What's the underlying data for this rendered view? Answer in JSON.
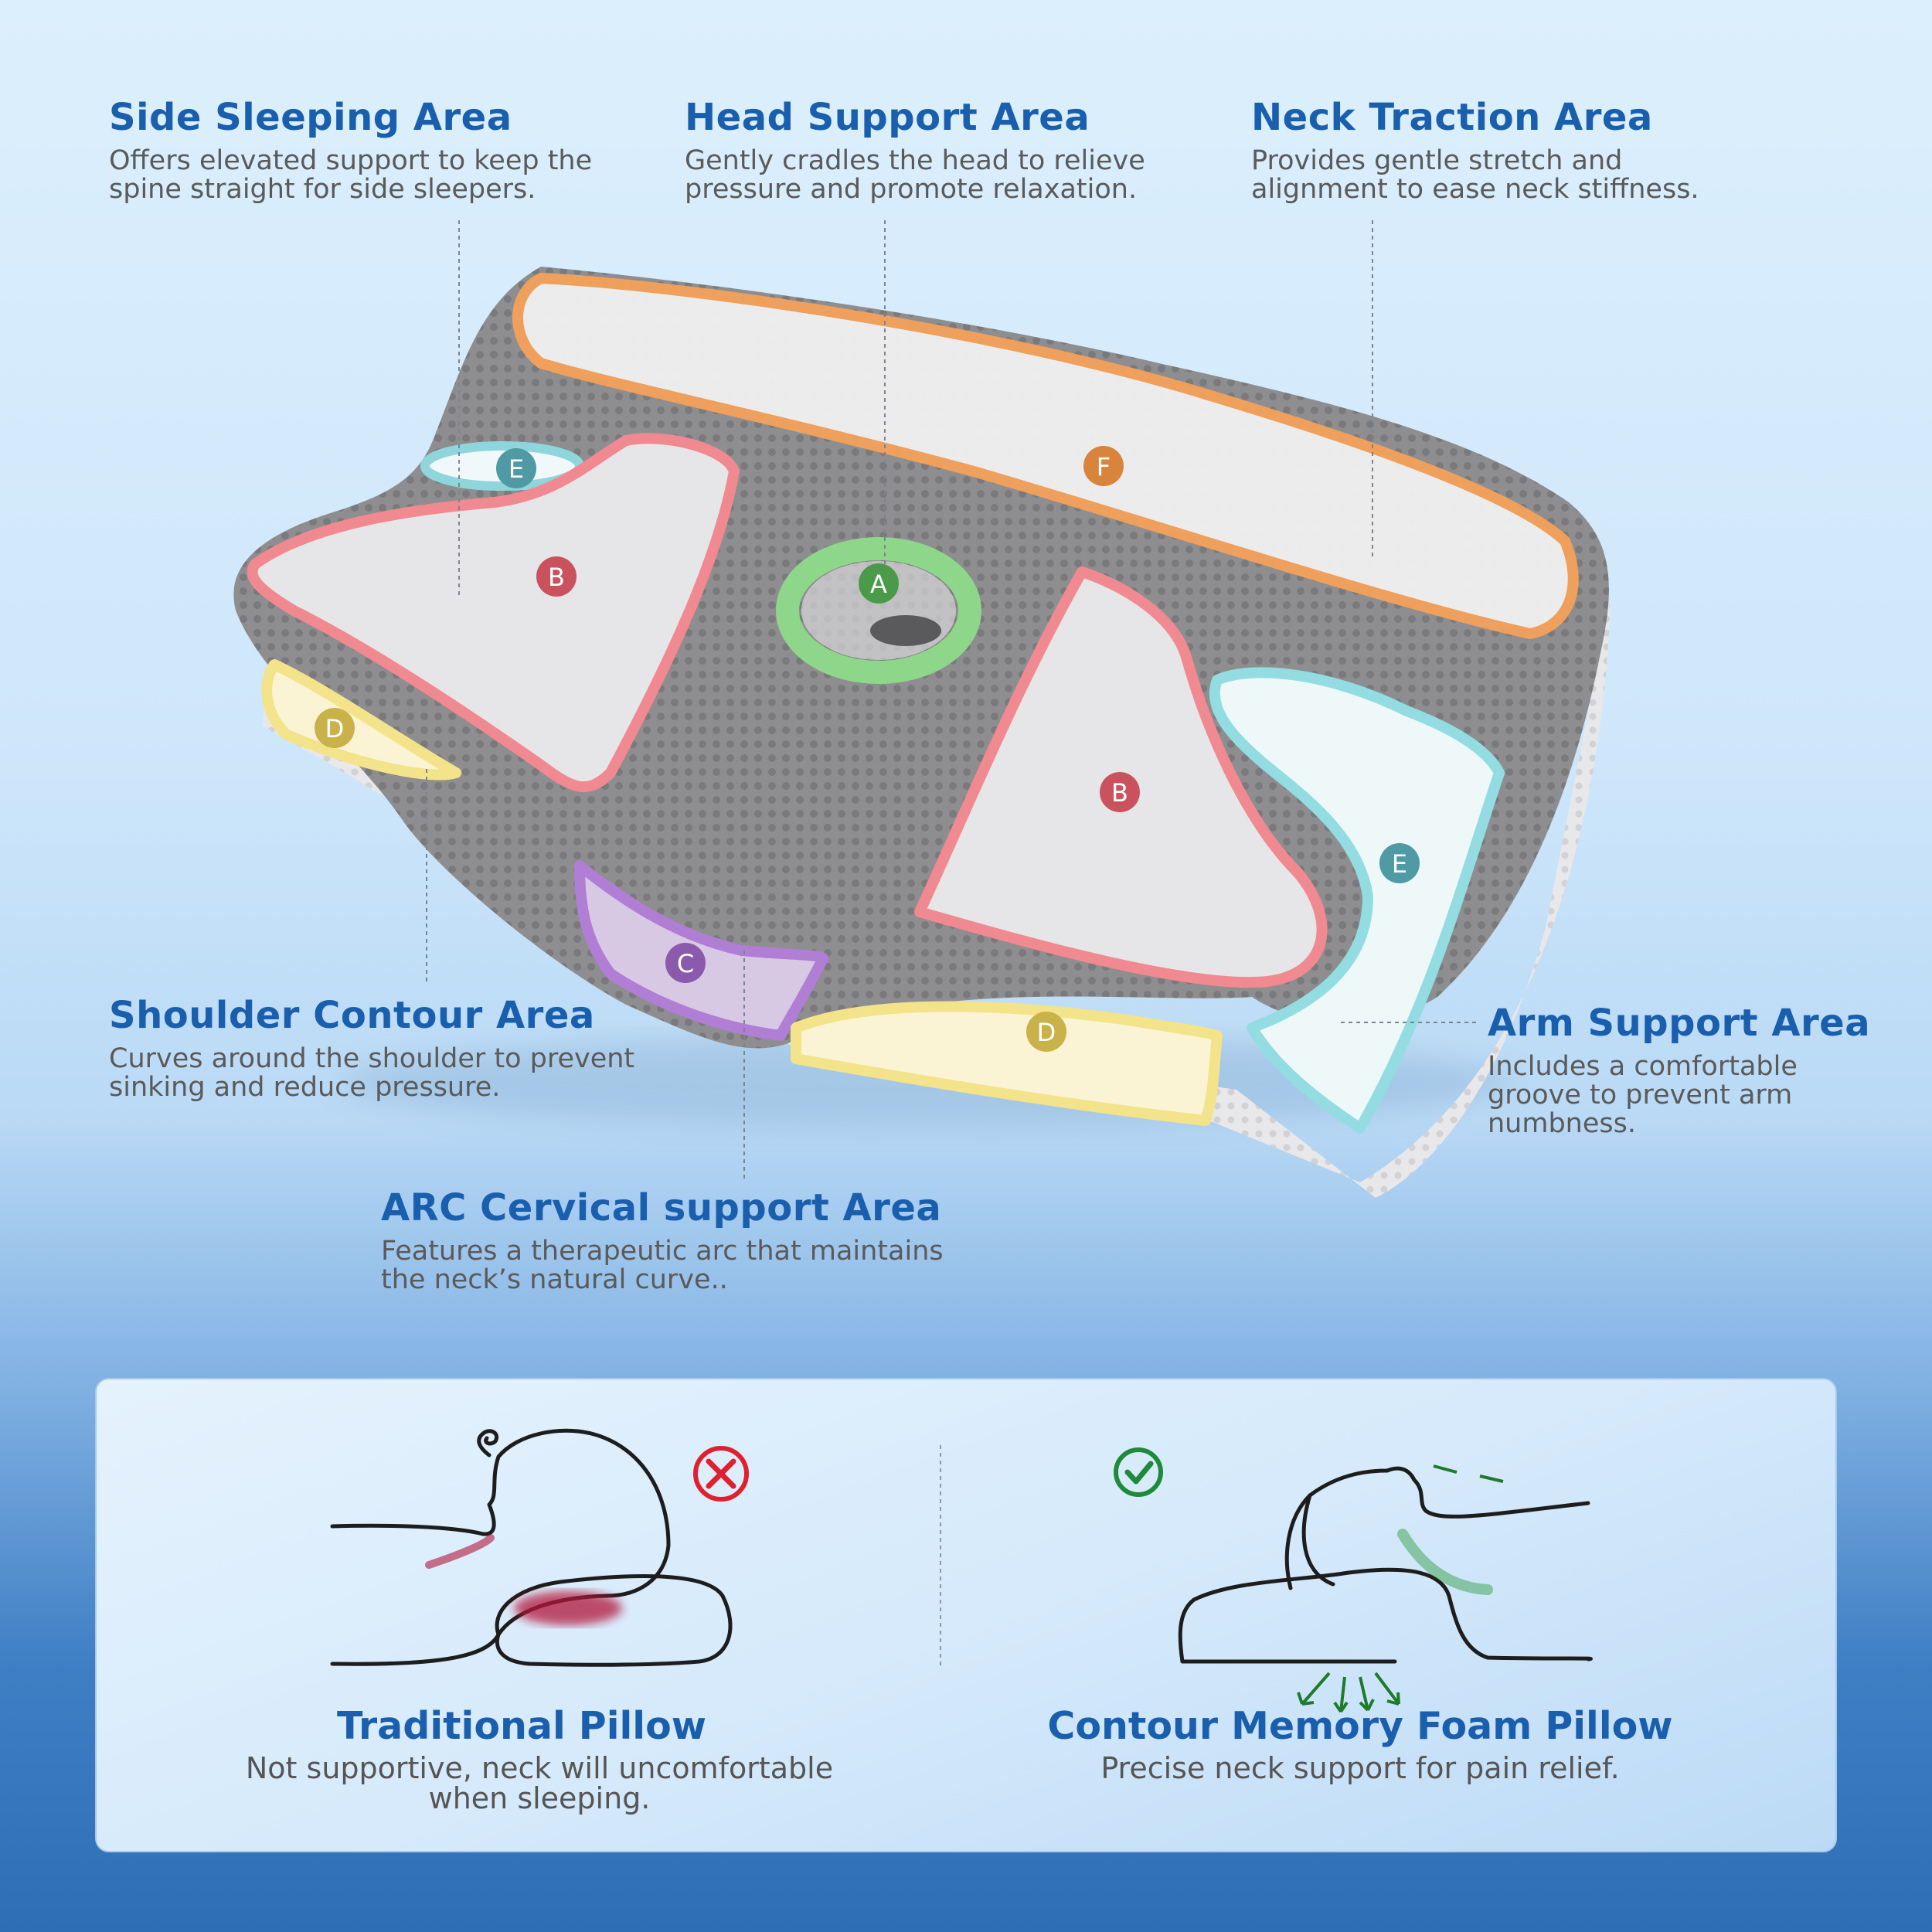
{
  "areas": {
    "side_sleeping": {
      "title": "Side Sleeping Area",
      "desc": "Offers elevated support to keep the spine straight for side sleepers."
    },
    "head_support": {
      "title": "Head Support Area",
      "desc": "Gently cradles the head to relieve pressure and promote relaxation."
    },
    "neck_traction": {
      "title": "Neck Traction Area",
      "desc": "Provides gentle stretch and alignment to ease neck stiffness."
    },
    "shoulder_contour": {
      "title": "Shoulder Contour Area",
      "desc": "Curves around the shoulder to prevent sinking and reduce pressure."
    },
    "arm_support": {
      "title": "Arm Support Area",
      "desc": "Includes a comfortable groove to prevent arm numbness."
    },
    "arc_cervical": {
      "title": "ARC Cervical support Area",
      "desc": "Features a therapeutic arc that maintains the neck’s natural curve.."
    }
  },
  "markers": {
    "a": "A",
    "b1": "B",
    "b2": "B",
    "c": "C",
    "d1": "D",
    "d2": "D",
    "e1": "E",
    "e2": "E",
    "f": "F"
  },
  "zone_colors": {
    "A": "#4a9a4a",
    "B": "#c9525e",
    "C": "#8b5aad",
    "D": "#c9b24a",
    "E": "#4f9aa4",
    "F": "#d9843c"
  },
  "comparison": {
    "traditional": {
      "title": "Traditional Pillow",
      "desc": "Not supportive, neck will uncomfortable when sleeping.",
      "status_icon": "cross-icon"
    },
    "contour": {
      "title": "Contour Memory Foam Pillow",
      "desc": "Precise neck support for pain relief.",
      "status_icon": "check-icon"
    }
  },
  "colors": {
    "title_blue": "#1a5fae",
    "cross_red": "#e02030",
    "check_green": "#1f8a3a"
  }
}
